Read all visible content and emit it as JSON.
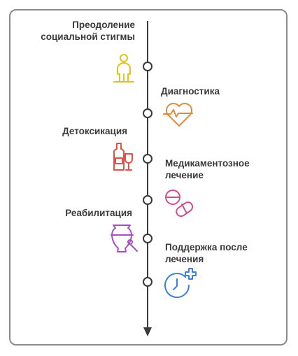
{
  "timeline": {
    "stages": [
      {
        "label": "Преодоление социальной стигмы",
        "line1": "Преодоление",
        "line2": "социальной стигмы",
        "side": "left",
        "icon": "person-icon",
        "color": "#e2c21c"
      },
      {
        "label": "Диагностика",
        "line1": "Диагностика",
        "line2": "",
        "side": "right",
        "icon": "heartbeat-icon",
        "color": "#e08a3c"
      },
      {
        "label": "Детоксикация",
        "line1": "Детоксикация",
        "line2": "",
        "side": "left",
        "icon": "bottle-glass-icon",
        "color": "#d9534f"
      },
      {
        "label": "Медикаментозное лечение",
        "line1": "Медикаментозное",
        "line2": "лечение",
        "side": "right",
        "icon": "pills-icon",
        "color": "#d44c8a"
      },
      {
        "label": "Реабилитация",
        "line1": "Реабилитация",
        "line2": "",
        "side": "left",
        "icon": "vase-brush-icon",
        "color": "#a74fc2"
      },
      {
        "label": "Поддержка после лечения",
        "line1": "Поддержка после",
        "line2": "лечения",
        "side": "right",
        "icon": "clock-plus-icon",
        "color": "#3d7fd6"
      }
    ]
  }
}
